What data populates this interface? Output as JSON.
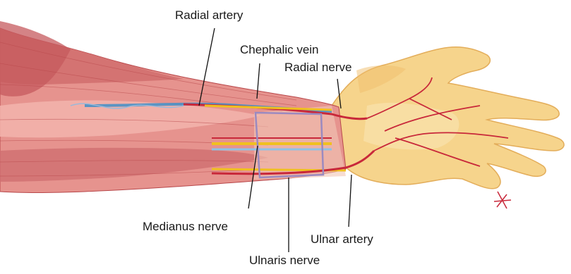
{
  "labels": {
    "radial_artery": "Radial artery",
    "cephalic_vein": "Chephalic vein",
    "radial_nerve": "Radial nerve",
    "medianus_nerve": "Medianus nerve",
    "ulnar_artery": "Ulnar artery",
    "ulnaris_nerve": "Ulnaris nerve"
  },
  "colors": {
    "skin": "#f6d48c",
    "skin_shadow": "#e8b35e",
    "muscle": "#e08a86",
    "muscle_dark": "#b8474a",
    "muscle_light": "#f2b4ad",
    "artery": "#c8283a",
    "vein": "#3f8fc8",
    "nerve": "#f0c020",
    "box": "#9b8ac0",
    "leader": "#111111"
  }
}
